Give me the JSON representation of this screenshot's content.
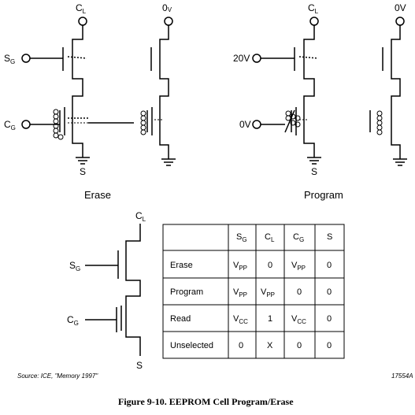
{
  "erase": {
    "caption": "Erase",
    "cl": "C",
    "cl_sub": "L",
    "zero_v": "0",
    "zero_v_unit": "V",
    "sg": "S",
    "sg_sub": "G",
    "cg": "C",
    "cg_sub": "G",
    "s": "S"
  },
  "program": {
    "caption": "Program",
    "cl": "C",
    "cl_sub": "L",
    "zero_v": "0V",
    "sg_voltage": "20V",
    "cg_voltage": "0V",
    "s": "S"
  },
  "cell": {
    "cl": "C",
    "cl_sub": "L",
    "sg": "S",
    "sg_sub": "G",
    "cg": "C",
    "cg_sub": "G",
    "s": "S"
  },
  "table": {
    "headers": [
      {
        "main": "",
        "sub": ""
      },
      {
        "main": "S",
        "sub": "G"
      },
      {
        "main": "C",
        "sub": "L"
      },
      {
        "main": "C",
        "sub": "G"
      },
      {
        "main": "S",
        "sub": ""
      }
    ],
    "rows": [
      {
        "label": "Erase",
        "cells": [
          {
            "main": "V",
            "sub": "PP"
          },
          {
            "main": "0",
            "sub": ""
          },
          {
            "main": "V",
            "sub": "PP"
          },
          {
            "main": "0",
            "sub": ""
          }
        ]
      },
      {
        "label": "Program",
        "cells": [
          {
            "main": "V",
            "sub": "PP"
          },
          {
            "main": "V",
            "sub": "PP"
          },
          {
            "main": "0",
            "sub": ""
          },
          {
            "main": "0",
            "sub": ""
          }
        ]
      },
      {
        "label": "Read",
        "cells": [
          {
            "main": "V",
            "sub": "CC"
          },
          {
            "main": "1",
            "sub": ""
          },
          {
            "main": "V",
            "sub": "CC"
          },
          {
            "main": "0",
            "sub": ""
          }
        ]
      },
      {
        "label": "Unselected",
        "cells": [
          {
            "main": "0",
            "sub": ""
          },
          {
            "main": "X",
            "sub": ""
          },
          {
            "main": "0",
            "sub": ""
          },
          {
            "main": "0",
            "sub": ""
          }
        ]
      }
    ]
  },
  "source": "Source:  ICE, \"Memory 1997\"",
  "figure_id": "17554A",
  "figure_caption": "Figure 9-10.  EEPROM Cell Program/Erase"
}
